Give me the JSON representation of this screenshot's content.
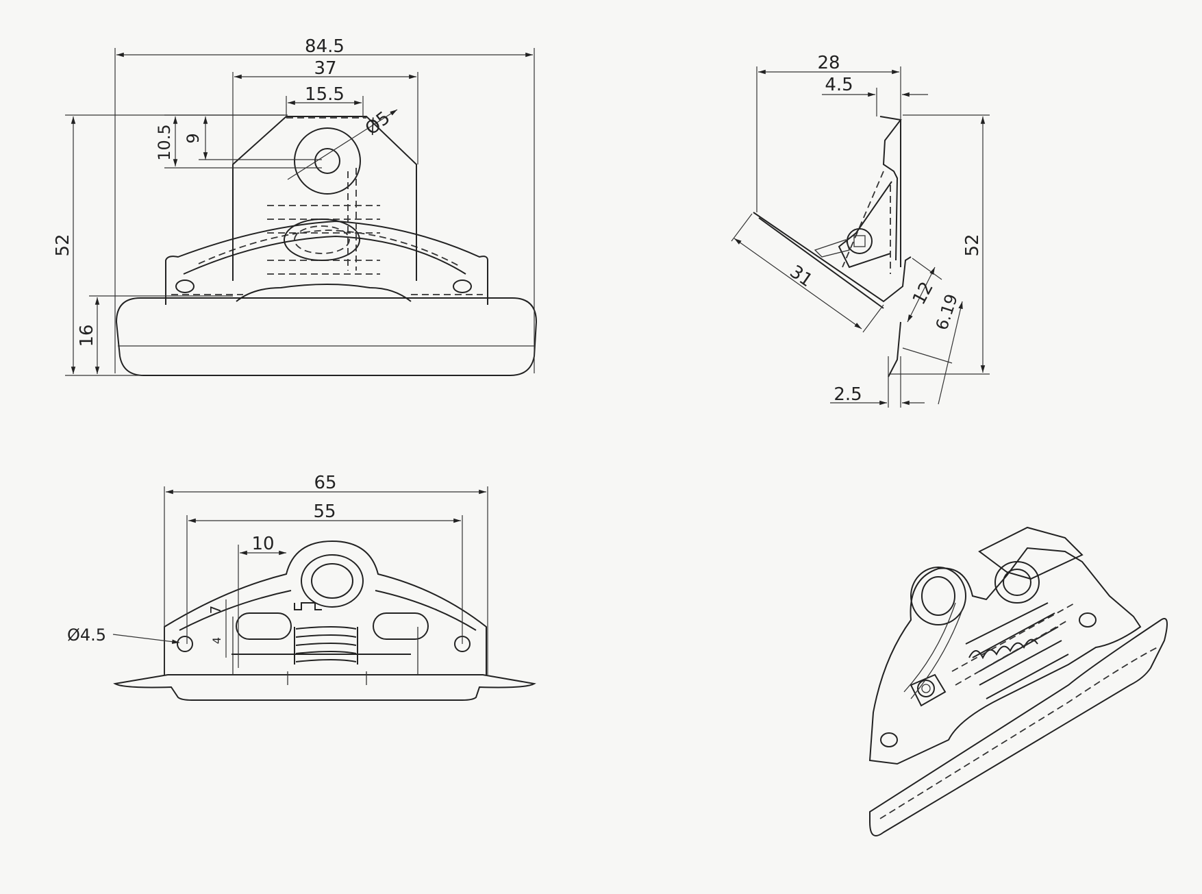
{
  "front_view": {
    "overall_width": "84.5",
    "mount_width": "37",
    "top_width": "15.5",
    "hole_diameter": "Ø5",
    "hole_height_outer": "10.5",
    "hole_height_inner": "9",
    "overall_height": "52",
    "base_height": "16"
  },
  "side_view": {
    "depth": "28",
    "lip": "4.5",
    "height": "52",
    "jaw_length": "31",
    "jaw_offset": "12",
    "tip": "6.19",
    "foot": "2.5"
  },
  "bottom_view": {
    "overall_width": "65",
    "hole_spacing": "55",
    "slot_offset": "10",
    "hole_diameter": "Ø4.5",
    "small_dim_1": "7",
    "small_dim_2": "4"
  },
  "colors": {
    "line": "#222222",
    "paper": "#f7f7f5"
  }
}
